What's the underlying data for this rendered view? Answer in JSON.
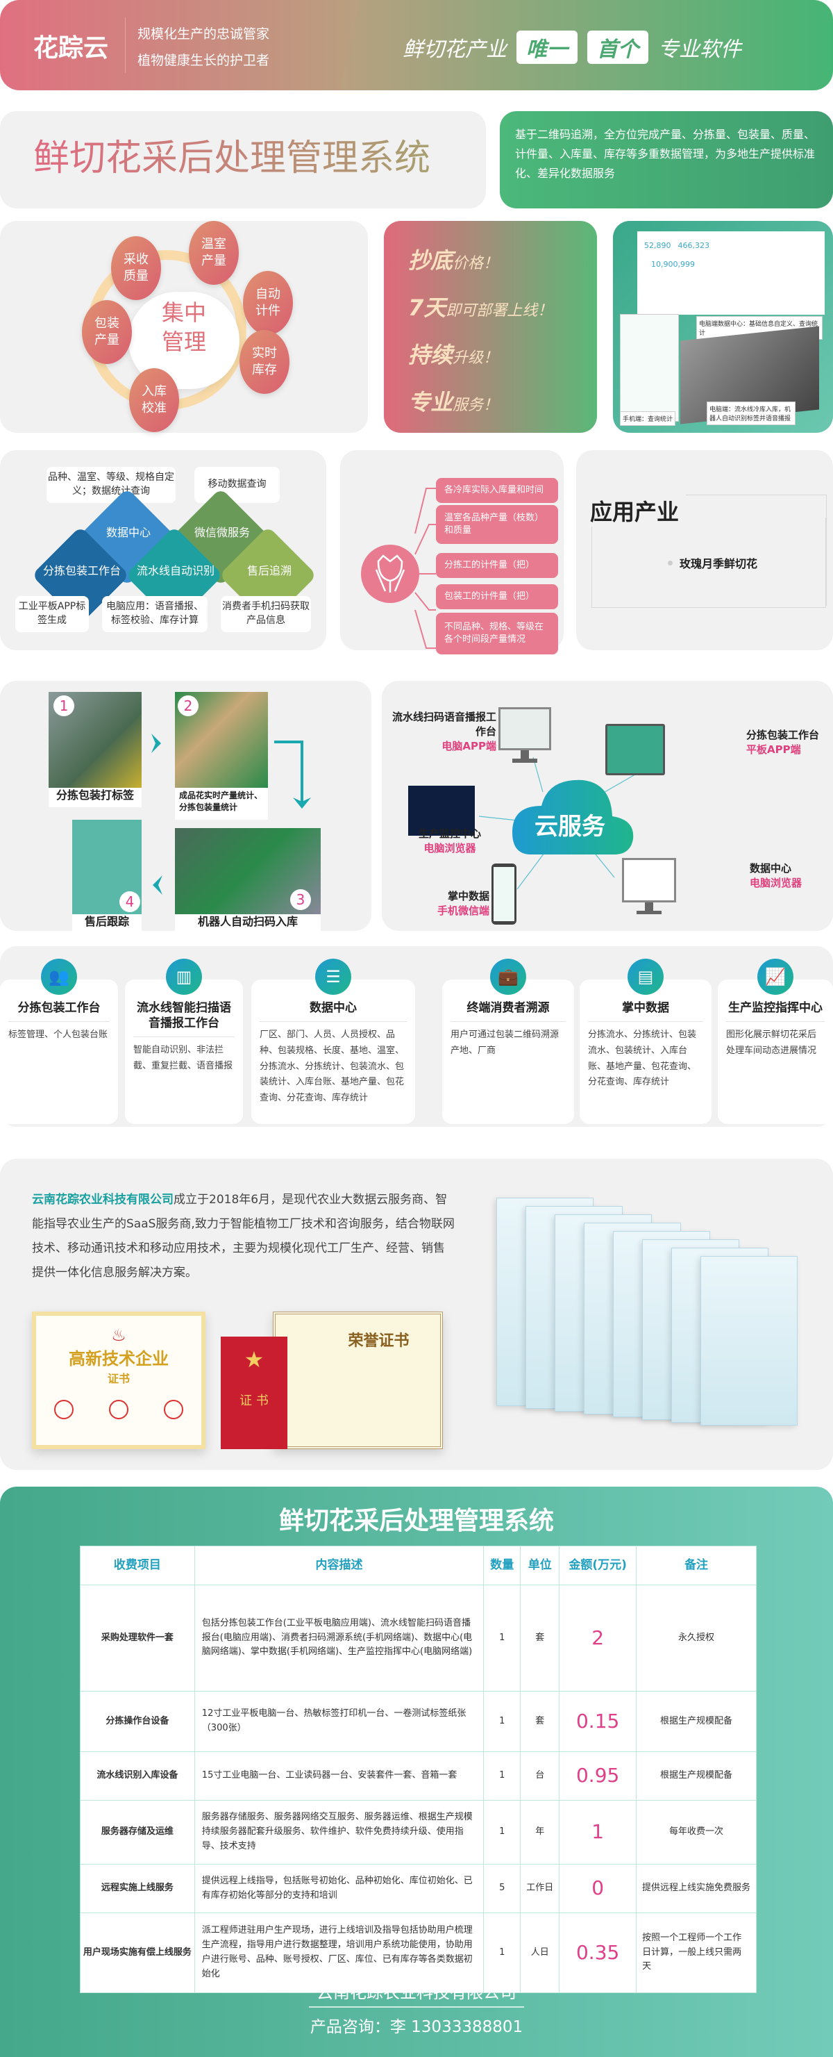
{
  "header": {
    "brand": "花踪云",
    "tagline1": "规模化生产的忠诚管家",
    "tagline2": "植物健康生长的护卫者",
    "slogan_pre": "鲜切花产业",
    "badge1": "唯一",
    "badge2": "首个",
    "slogan_post": "专业软件"
  },
  "intro": {
    "title": "鲜切花采后处理管理系统",
    "description": "基于二维码追溯，全方位完成产量、分拣量、包装量、质量、计件量、入库量、库存等多重数据管理，为多地生产提供标准化、差异化数据服务"
  },
  "center": {
    "label": "集中管理",
    "petals": [
      "温室产量",
      "采收质量",
      "自动计件",
      "包装产量",
      "实时库存",
      "入库校准"
    ]
  },
  "promo": [
    {
      "strong": "抄底",
      "rest": "价格！"
    },
    {
      "strong": "7天",
      "rest": "即可部署上线！"
    },
    {
      "strong": "持续",
      "rest": "升级！"
    },
    {
      "strong": "专业",
      "rest": "服务！"
    }
  ],
  "screens": {
    "pc_caption": "电脑端数据中心：基础信息自定义、查询统计",
    "mobile_caption": "手机端：查询统计",
    "line_caption": "电脑端：流水线冷库入库，机器人自动识别标签并语音播报",
    "stats": [
      "52,890",
      "466,323",
      "10,900,999"
    ]
  },
  "modules": {
    "top_boxes": [
      "品种、温室、等级、规格自定义；数据统计查询",
      "移动数据查询"
    ],
    "diamonds": [
      "数据中心",
      "微信微服务",
      "分拣包装工作台",
      "流水线自动识别",
      "售后追溯"
    ],
    "bottom_boxes": [
      "工业平板APP标签生成",
      "电脑应用：语音播报、标签校验、库存计算",
      "消费者手机扫码获取产品信息"
    ]
  },
  "metrics": [
    "各冷库实际入库量和时间",
    "温室各品种产量（枝数）和质量",
    "分拣工的计件量（把）",
    "包装工的计件量（把）",
    "不同品种、规格、等级在各个时间段产量情况"
  ],
  "industry": {
    "title": "应用产业",
    "items": [
      "玫瑰月季鲜切花"
    ]
  },
  "process": [
    {
      "n": "1",
      "label": "分拣包装打标签"
    },
    {
      "n": "2",
      "label": "成品花实时产量统计、分拣包装量统计"
    },
    {
      "n": "3",
      "label": "机器人自动扫码入库"
    },
    {
      "n": "4",
      "label": "售后跟踪"
    }
  ],
  "cloud": {
    "label": "云服务",
    "devices": [
      {
        "name": "流水线扫码语音播报工作台",
        "client": "电脑APP端"
      },
      {
        "name": "分拣包装工作台",
        "client": "平板APP端"
      },
      {
        "name": "生产监控中心",
        "client": "电脑浏览器"
      },
      {
        "name": "掌中数据",
        "client": "手机微信端"
      },
      {
        "name": "数据中心",
        "client": "电脑浏览器"
      }
    ]
  },
  "features": [
    {
      "icon": "people-icon",
      "title": "分拣包装工作台",
      "desc": "标签管理、个人包装台账"
    },
    {
      "icon": "building-icon",
      "title": "流水线智能扫描语音播报工作台",
      "desc": "智能自动识别、非法拦截、重复拦截、语音播报"
    },
    {
      "icon": "database-icon",
      "title": "数据中心",
      "desc": "厂区、部门、人员、人员授权、品种、包装规格、长度、基地、温室、分拣流水、分拣统计、包装流水、包装统计、入库台账、基地产量、包花查询、分花查询、库存统计"
    },
    {
      "icon": "briefcase-icon",
      "title": "终端消费者溯源",
      "desc": "用户可通过包装二维码溯源产地、厂商"
    },
    {
      "icon": "document-icon",
      "title": "掌中数据",
      "desc": "分拣流水、分拣统计、包装流水、包装统计、入库台账、基地产量、包花查询、分花查询、库存统计"
    },
    {
      "icon": "chart-icon",
      "title": "生产监控指挥中心",
      "desc": "图形化展示鲜切花采后处理车间动态进展情况"
    }
  ],
  "company": {
    "name": "云南花踪农业科技有限公司",
    "intro": "成立于2018年6月，是现代农业大数据云服务商、智能指导农业生产的SaaS服务商,致力于智能植物工厂技术和咨询服务，结合物联网技术、移动通讯技术和移动应用技术，主要为规模化现代工厂生产、经营、销售提供一体化信息服务解决方案。",
    "cert1": "高新技术企业",
    "cert1_sub": "证书",
    "cert2": "证  书",
    "cert3": "荣誉证书"
  },
  "pricing": {
    "title": "鲜切花采后处理管理系统",
    "headers": [
      "收费项目",
      "内容描述",
      "数量",
      "单位",
      "金额(万元)",
      "备注"
    ],
    "rows": [
      {
        "item": "采购处理软件一套",
        "desc": "包括分拣包装工作台(工业平板电脑应用端)、流水线智能扫码语音播报台(电脑应用端)、消费者扫码溯源系统(手机网络端)、数据中心(电脑网络端)、掌中数据(手机网络端)、生产监控指挥中心(电脑网络端)",
        "qty": "1",
        "unit": "套",
        "amount": "2",
        "note": "永久授权"
      },
      {
        "item": "分拣操作台设备",
        "desc": "12寸工业平板电脑一台、热敏标签打印机一台、一卷测试标签纸张（300张）",
        "qty": "1",
        "unit": "套",
        "amount": "0.15",
        "note": "根据生产规模配备"
      },
      {
        "item": "流水线识别入库设备",
        "desc": "15寸工业电脑一台、工业读码器一台、安装套件一套、音箱一套",
        "qty": "1",
        "unit": "台",
        "amount": "0.95",
        "note": "根据生产规模配备"
      },
      {
        "item": "服务器存储及运维",
        "desc": "服务器存储服务、服务器网络交互服务、服务器运维、根据生产规模持续服务器配套升级服务、软件维护、软件免费持续升级、使用指导、技术支持",
        "qty": "1",
        "unit": "年",
        "amount": "1",
        "note": "每年收费一次"
      },
      {
        "item": "远程实施上线服务",
        "desc": "提供远程上线指导，包括账号初始化、品种初始化、库位初始化、已有库存初始化等部分的支持和培训",
        "qty": "5",
        "unit": "工作日",
        "amount": "0",
        "note": "提供远程上线实施免费服务"
      },
      {
        "item": "用户现场实施有偿上线服务",
        "desc": "派工程师进驻用户生产现场，进行上线培训及指导包括协助用户梳理生产流程，指导用户进行数据整理，培训用户系统功能使用，协助用户进行账号、品种、账号授权、厂区、库位、已有库存等各类数据初始化",
        "qty": "1",
        "unit": "人日",
        "amount": "0.35",
        "note": "按照一个工程师一个工作日计算，一般上线只需两天"
      }
    ]
  },
  "footer": {
    "company": "云南花踪农业科技有限公司",
    "contact": "产品咨询：李 13033388801"
  },
  "colors": {
    "pink": "#e07080",
    "green": "#45b575",
    "teal": "#4fb39a",
    "amount": "#e0408a"
  }
}
